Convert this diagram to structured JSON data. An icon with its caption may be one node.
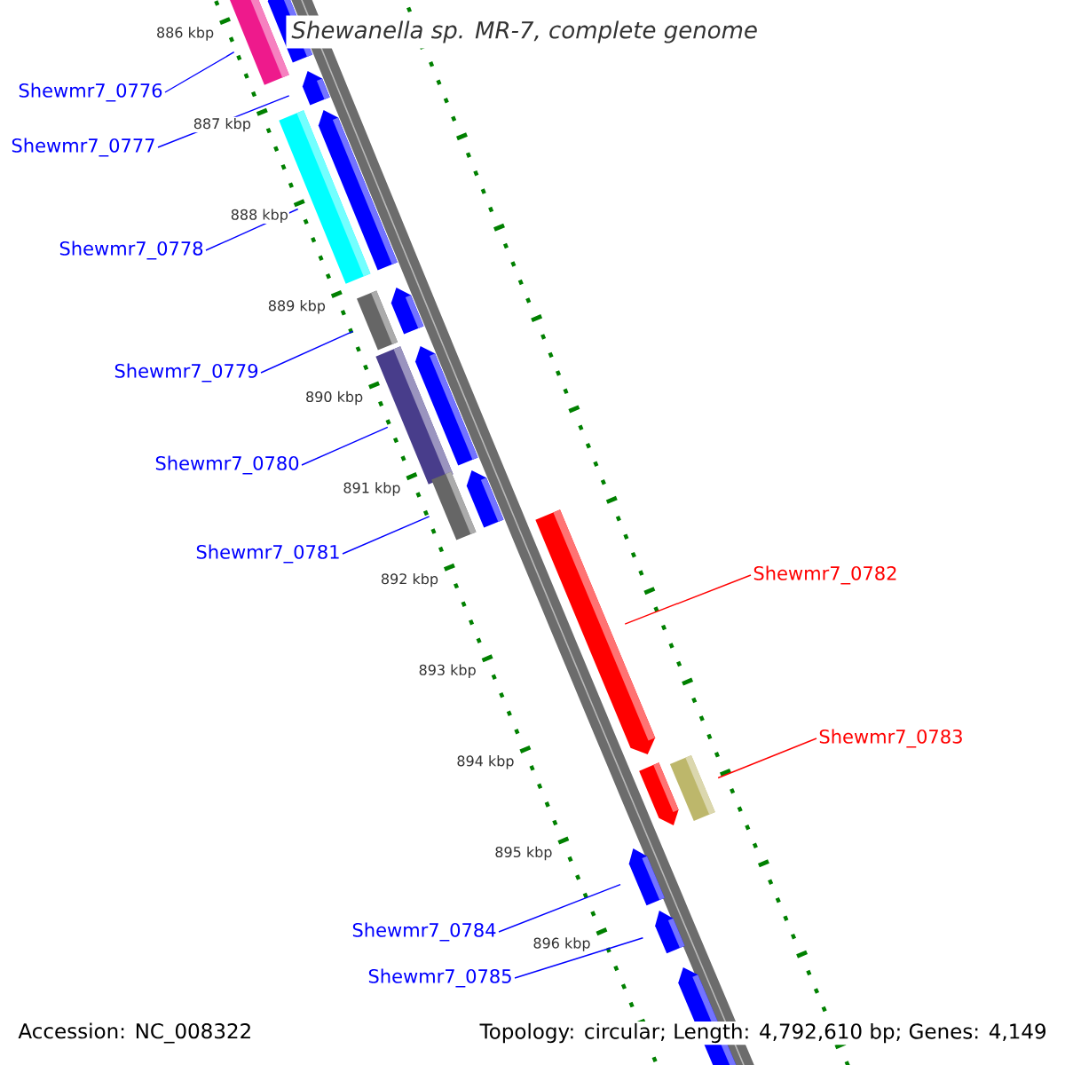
{
  "diagram": {
    "title": "Shewanella sp. MR-7, complete genome",
    "nodes": [
      {
        "text": [
          "Shewmr7_0776"
        ]
      },
      {
        "text": [
          "Shewmr7_0777"
        ]
      },
      {
        "text": [
          "Shewmr7_0778"
        ]
      },
      {
        "text": [
          "Shewmr7_0779"
        ]
      },
      {
        "text": [
          "Shewmr7_0780"
        ]
      },
      {
        "text": [
          "Shewmr7_0781"
        ]
      },
      {
        "text": [
          "Shewmr7_0782"
        ]
      },
      {
        "text": [
          "Shewmr7_0783"
        ]
      },
      {
        "text": [
          "Shewmr7_0784"
        ]
      },
      {
        "text": [
          "Shewmr7_0785"
        ]
      },
      {
        "text": [],
        "shape": "pentagon"
      },
      {
        "text": [],
        "shape": "bar"
      },
      {
        "text": [],
        "shape": "pentagon"
      },
      {
        "text": [],
        "shape": "pentagon"
      },
      {
        "text": [],
        "shape": "bar"
      },
      {
        "text": [],
        "shape": "pentagon"
      },
      {
        "text": [],
        "shape": "bar"
      },
      {
        "text": [],
        "shape": "pentagon"
      },
      {
        "text": [],
        "shape": "bar"
      },
      {
        "text": [],
        "shape": "pentagon"
      },
      {
        "text": [],
        "shape": "bar"
      },
      {
        "text": [],
        "shape": "pentagon"
      },
      {
        "text": [],
        "shape": "bar"
      },
      {
        "text": [],
        "shape": "pentagon"
      },
      {
        "text": [],
        "shape": "pentagon"
      },
      {
        "text": [],
        "shape": "pentagon"
      },
      {
        "text": [],
        "shape": "pentagon"
      }
    ],
    "edges": [
      {
        "from": 0,
        "to": 11,
        "arrow": "none"
      },
      {
        "from": 1,
        "to": 12,
        "arrow": "none"
      },
      {
        "from": 2,
        "to": 14,
        "arrow": "none"
      },
      {
        "from": 3,
        "to": 16,
        "arrow": "none"
      },
      {
        "from": 4,
        "to": 18,
        "arrow": "none"
      },
      {
        "from": 5,
        "to": 20,
        "arrow": "none"
      },
      {
        "from": 6,
        "to": 21,
        "arrow": "none",
        "color": "#ff0000"
      },
      {
        "from": 7,
        "to": 22,
        "arrow": "none",
        "color": "#ff0000"
      },
      {
        "from": 8,
        "to": 24,
        "arrow": "none"
      },
      {
        "from": 9,
        "to": 25,
        "arrow": "none"
      }
    ],
    "labels": [
      "886 kbp",
      "887 kbp",
      "888 kbp",
      "889 kbp",
      "890 kbp",
      "891 kbp",
      "892 kbp",
      "893 kbp",
      "894 kbp",
      "895 kbp",
      "896 kbp",
      "Accession: NC_008322",
      "Topology: circular; Length: 4,792,610 bp; Genes: 4,149"
    ]
  }
}
